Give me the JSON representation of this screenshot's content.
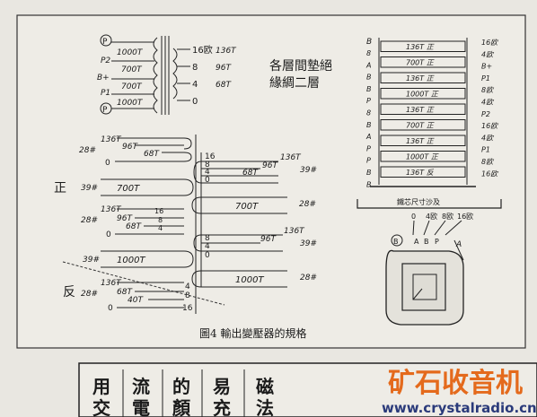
{
  "top_left_transformer": {
    "left_terminals": [
      "P2",
      "B+",
      "P1"
    ],
    "left_circled": [
      "P",
      "P"
    ],
    "primary_windings": [
      "1000T",
      "700T",
      "700T",
      "1000T"
    ],
    "secondary_taps": [
      "16欧",
      "8",
      "4",
      "0"
    ],
    "secondary_turns": [
      "136T",
      "96T",
      "68T"
    ]
  },
  "note": [
    "各層間墊絕",
    "緣綢二層"
  ],
  "winding_diagram": {
    "zheng_label": "正",
    "fan_label": "反",
    "wire_labels": [
      "28#",
      "39#",
      "28#",
      "39#",
      "28#",
      "39#",
      "28#",
      "39#",
      "28#"
    ],
    "left_groups": [
      {
        "taps": [
          "136T",
          "96T",
          "68T",
          "0"
        ],
        "coil": ""
      },
      {
        "taps": [],
        "coil": "700T"
      },
      {
        "taps": [
          "136T",
          "96T",
          "68T",
          "0"
        ],
        "coil": ""
      },
      {
        "taps": [],
        "coil": "1000T"
      },
      {
        "taps": [
          "136T",
          "68T",
          "40T",
          "0"
        ],
        "coil": ""
      }
    ],
    "right_groups": [
      {
        "taps": [
          "16",
          "8",
          "4",
          "0"
        ],
        "turns": [
          "136T",
          "96T",
          "68T"
        ]
      },
      {
        "coil": "700T"
      },
      {
        "taps": [
          "8",
          "4",
          "0"
        ],
        "turns": [
          "136T",
          "96T"
        ]
      },
      {
        "coil": "1000T"
      }
    ],
    "bottom_taps": [
      "4",
      "8",
      "16"
    ]
  },
  "layer_stack": {
    "top_label": "B",
    "layers": [
      "136T 正",
      "700T 正",
      "136T 正",
      "1000T 正",
      "136T 正",
      "700T 正",
      "136T 正",
      "1000T 正",
      "136T 反"
    ],
    "left_terminals": [
      "8",
      "A",
      "B",
      "B",
      "P",
      "8",
      "B",
      "A",
      "P",
      "P",
      "B",
      "B"
    ],
    "right_terminals": [
      "16欧",
      "4欧",
      "B+",
      "P1",
      "8欧",
      "4欧",
      "P2",
      "16欧",
      "4欧",
      "P1",
      "8欧",
      "16欧"
    ]
  },
  "core": {
    "caption": "鐵芯尺寸沙及",
    "taps": [
      "0",
      "4欧",
      "8欧",
      "16欧"
    ],
    "pins": [
      "B",
      "A",
      "B",
      "P",
      "A"
    ]
  },
  "figure_caption": "圖4  輸出變壓器的規格",
  "bottom_text": {
    "columns": [
      [
        "用",
        "交"
      ],
      [
        "流",
        "電"
      ],
      [
        "的",
        "顏"
      ],
      [
        "易",
        "充"
      ],
      [
        "磁",
        "法"
      ]
    ]
  },
  "watermark": {
    "title": "矿石收音机",
    "url": "www.crystalradio.cn"
  }
}
